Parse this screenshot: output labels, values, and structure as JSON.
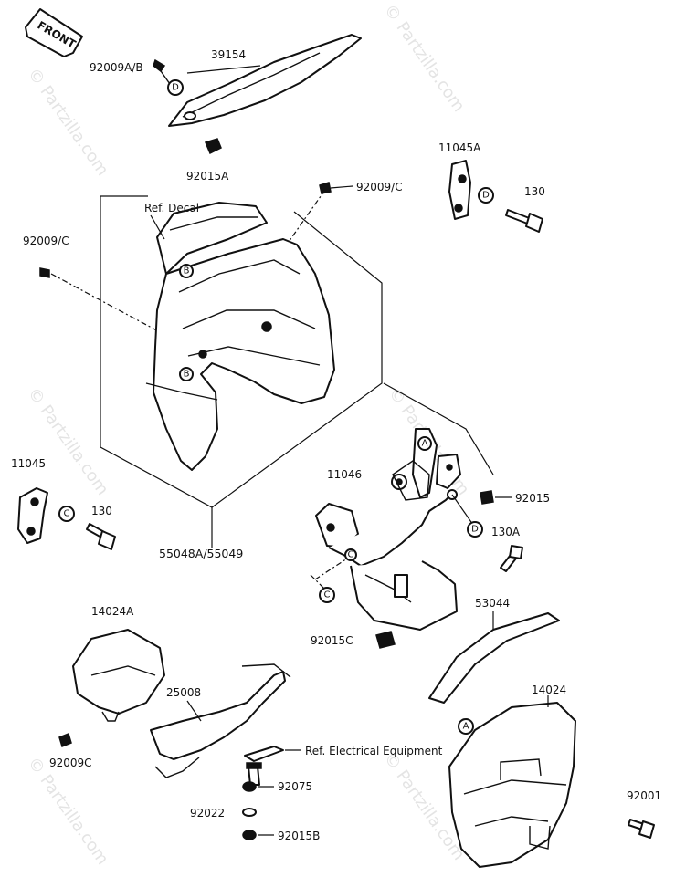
{
  "front_tag": "FRONT",
  "watermark": "© Partzilla.com",
  "labels": {
    "p92009ab": "92009A/B",
    "p39154": "39154",
    "p92015a": "92015A",
    "p11045a": "11045A",
    "p130_top": "130",
    "ref_decal": "Ref. Decal",
    "p92009c_top": "92009/C",
    "p92009c_left": "92009/C",
    "p11045": "11045",
    "p130_left": "130",
    "p11046": "11046",
    "p92015": "92015",
    "p130a": "130A",
    "p55048": "55048A/55049",
    "p53044": "53044",
    "p92015c": "92015C",
    "p14024a": "14024A",
    "p25008": "25008",
    "ref_elec": "Ref. Electrical Equipment",
    "p92009c_bottom": "92009C",
    "p92075": "92075",
    "p14024": "14024",
    "p92022": "92022",
    "p92015b": "92015B",
    "p92001": "92001"
  },
  "circles": {
    "d1": "D",
    "d2": "D",
    "b1": "B",
    "b2": "B",
    "c1": "C",
    "c2": "C",
    "c3": "C",
    "a1": "A",
    "a2": "A",
    "d3": "D"
  }
}
